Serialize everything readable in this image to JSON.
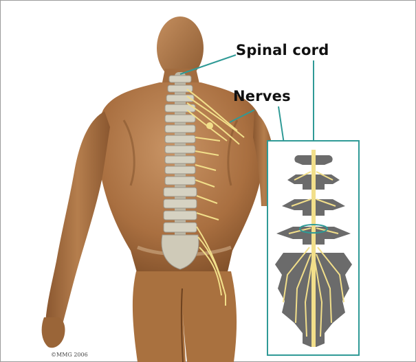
{
  "labels": {
    "spinal_cord": "Spinal cord",
    "nerves": "Nerves"
  },
  "copyright": "©MMG 2006",
  "colors": {
    "skin": "#b47c4c",
    "skin_shadow": "#8a5a32",
    "bone": "#c8c4b4",
    "nerve": "#f2df8a",
    "inset_border": "#2f9a96",
    "vertebra_gray": "#6b6b6b",
    "pointer_line": "#2f9a96"
  }
}
